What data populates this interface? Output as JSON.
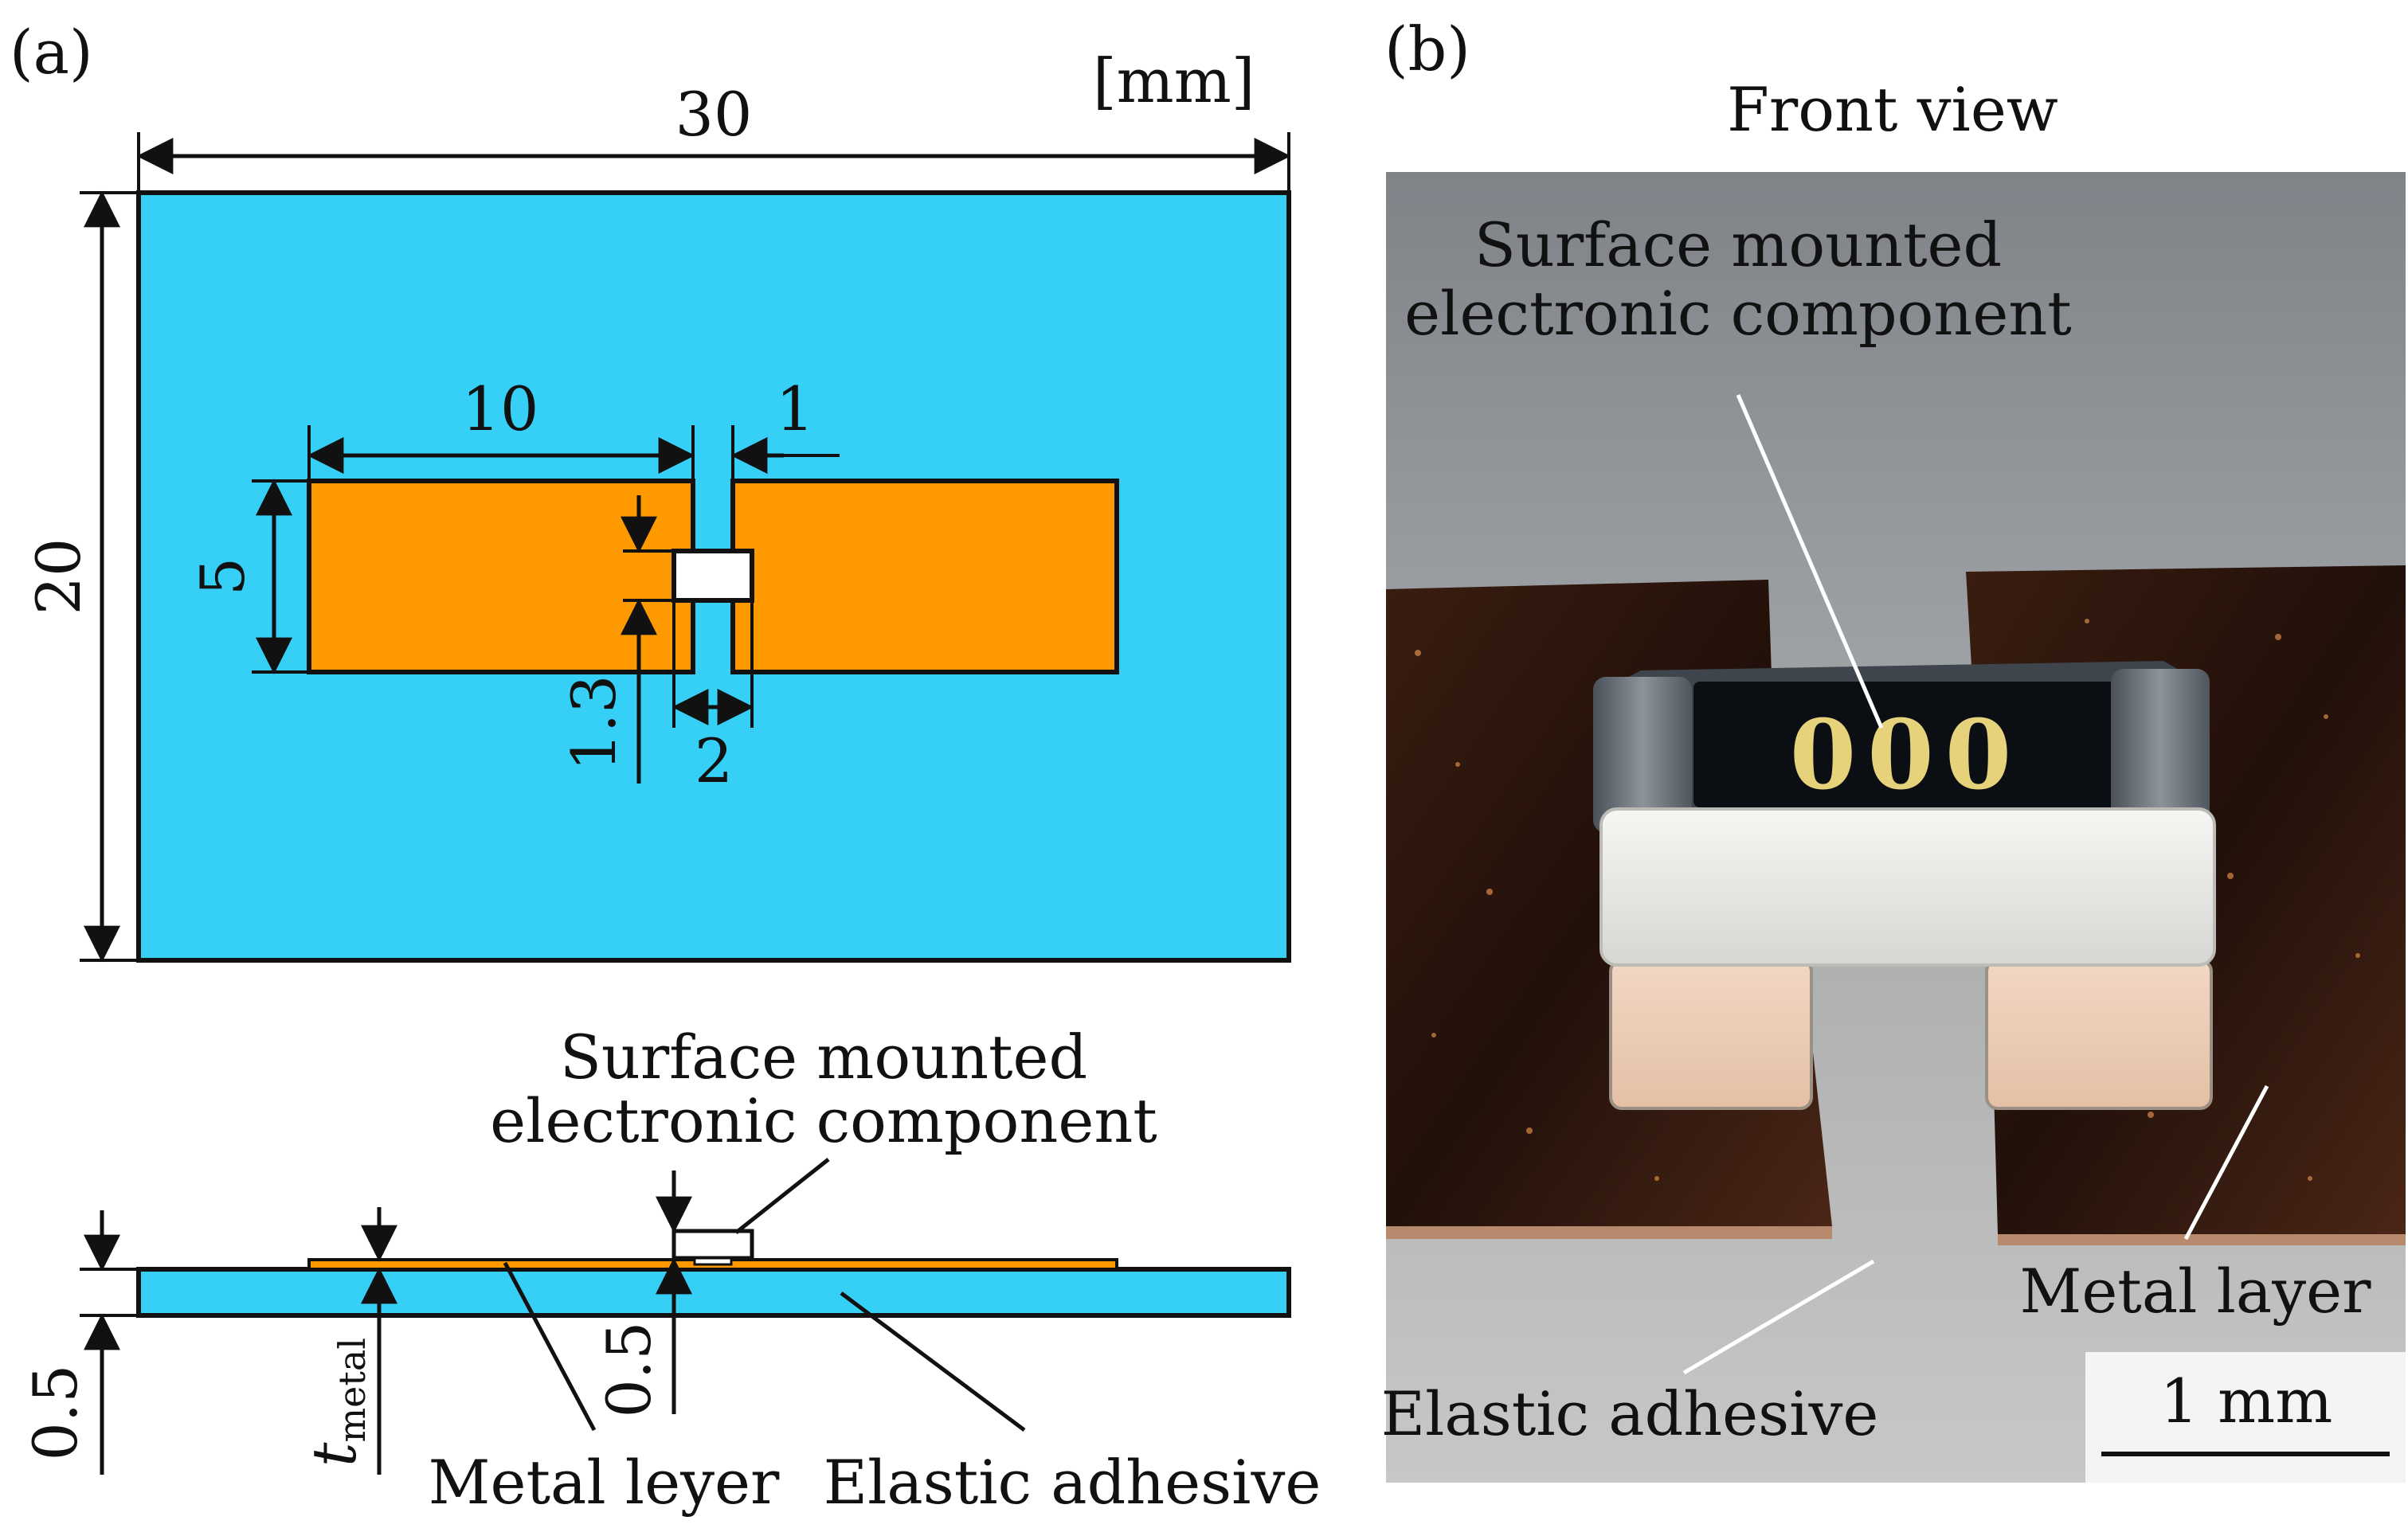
{
  "panel_a": {
    "label": "(a)",
    "unit": "[mm]",
    "dim_width": "30",
    "dim_height": "20",
    "dim_pad_length": "10",
    "dim_gap": "1",
    "dim_pad_width": "5",
    "dim_component_height": "1.3",
    "dim_component_width": "2",
    "side_callout_component": [
      "Surface mounted",
      "electronic component"
    ],
    "side_dim_base": "0.5",
    "side_dim_tmetal": "t",
    "side_dim_tmetal_sub": "metal",
    "side_dim_component": "0.5",
    "label_metal": "Metal leyer",
    "label_adhesive": "Elastic adhesive",
    "colors": {
      "substrate": "#36CFF5",
      "metal_pad": "#FF9900",
      "component": "#ffffff",
      "outline": "#111111"
    }
  },
  "panel_b": {
    "label": "(b)",
    "title": "Front view",
    "callout_component": [
      "Surface mounted",
      "electronic component"
    ],
    "label_metal": "Metal layer",
    "label_adhesive": "Elastic adhesive",
    "scale_bar": "1 mm",
    "marking": "000"
  }
}
